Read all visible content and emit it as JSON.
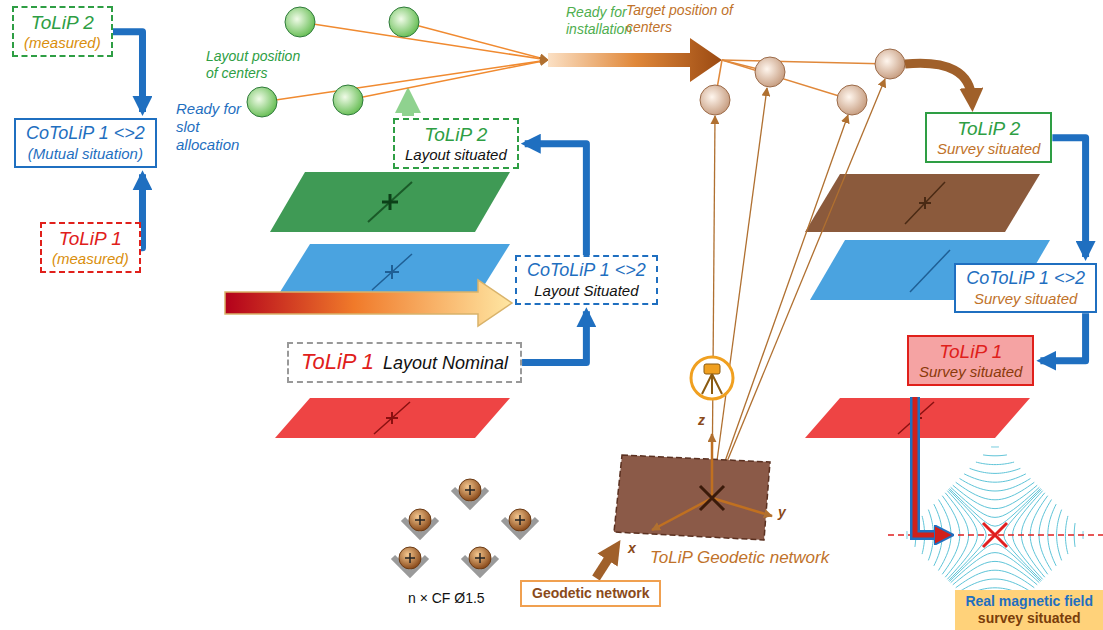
{
  "diagram": {
    "nodes": [
      {
        "text": [
          "ToLiP 2",
          "(measured)"
        ]
      },
      {
        "text": [
          "CoToLiP 1 <>2",
          "(Mutual situation)"
        ]
      },
      {
        "text": [
          "ToLiP 1",
          "(measured)"
        ]
      },
      {
        "text": [
          "ToLiP 2",
          "Layout situated"
        ]
      },
      {
        "text": [
          "CoToLiP 1 <>2",
          "Layout Situated"
        ]
      },
      {
        "text": [
          "ToLiP 1",
          "Layout Nominal"
        ]
      },
      {
        "text": [
          "ToLiP 2",
          "Survey situated"
        ]
      },
      {
        "text": [
          "CoToLiP 1 <>2",
          "Survey situated"
        ]
      },
      {
        "text": [
          "ToLiP 1",
          "Survey situated"
        ]
      },
      {
        "text": [
          "Geodetic network"
        ]
      },
      {
        "text": [
          "Real magnetic field",
          "survey situated"
        ]
      }
    ],
    "edges": [
      {
        "from": 0,
        "to": 1,
        "arrow": "to"
      },
      {
        "from": 2,
        "to": 1,
        "arrow": "to"
      },
      {
        "from": 5,
        "to": 4,
        "arrow": "to"
      },
      {
        "from": 4,
        "to": 3,
        "arrow": "to"
      },
      {
        "from": 6,
        "to": 7,
        "arrow": "to"
      },
      {
        "from": 7,
        "to": 8,
        "arrow": "to"
      }
    ],
    "labels": [
      "Layout position of centers",
      "Ready for installation",
      "Target position of centers",
      "Ready for slot allocation",
      "z",
      "y",
      "x",
      "ToLiP Geodetic network",
      "n × CF Ø1.5"
    ]
  }
}
